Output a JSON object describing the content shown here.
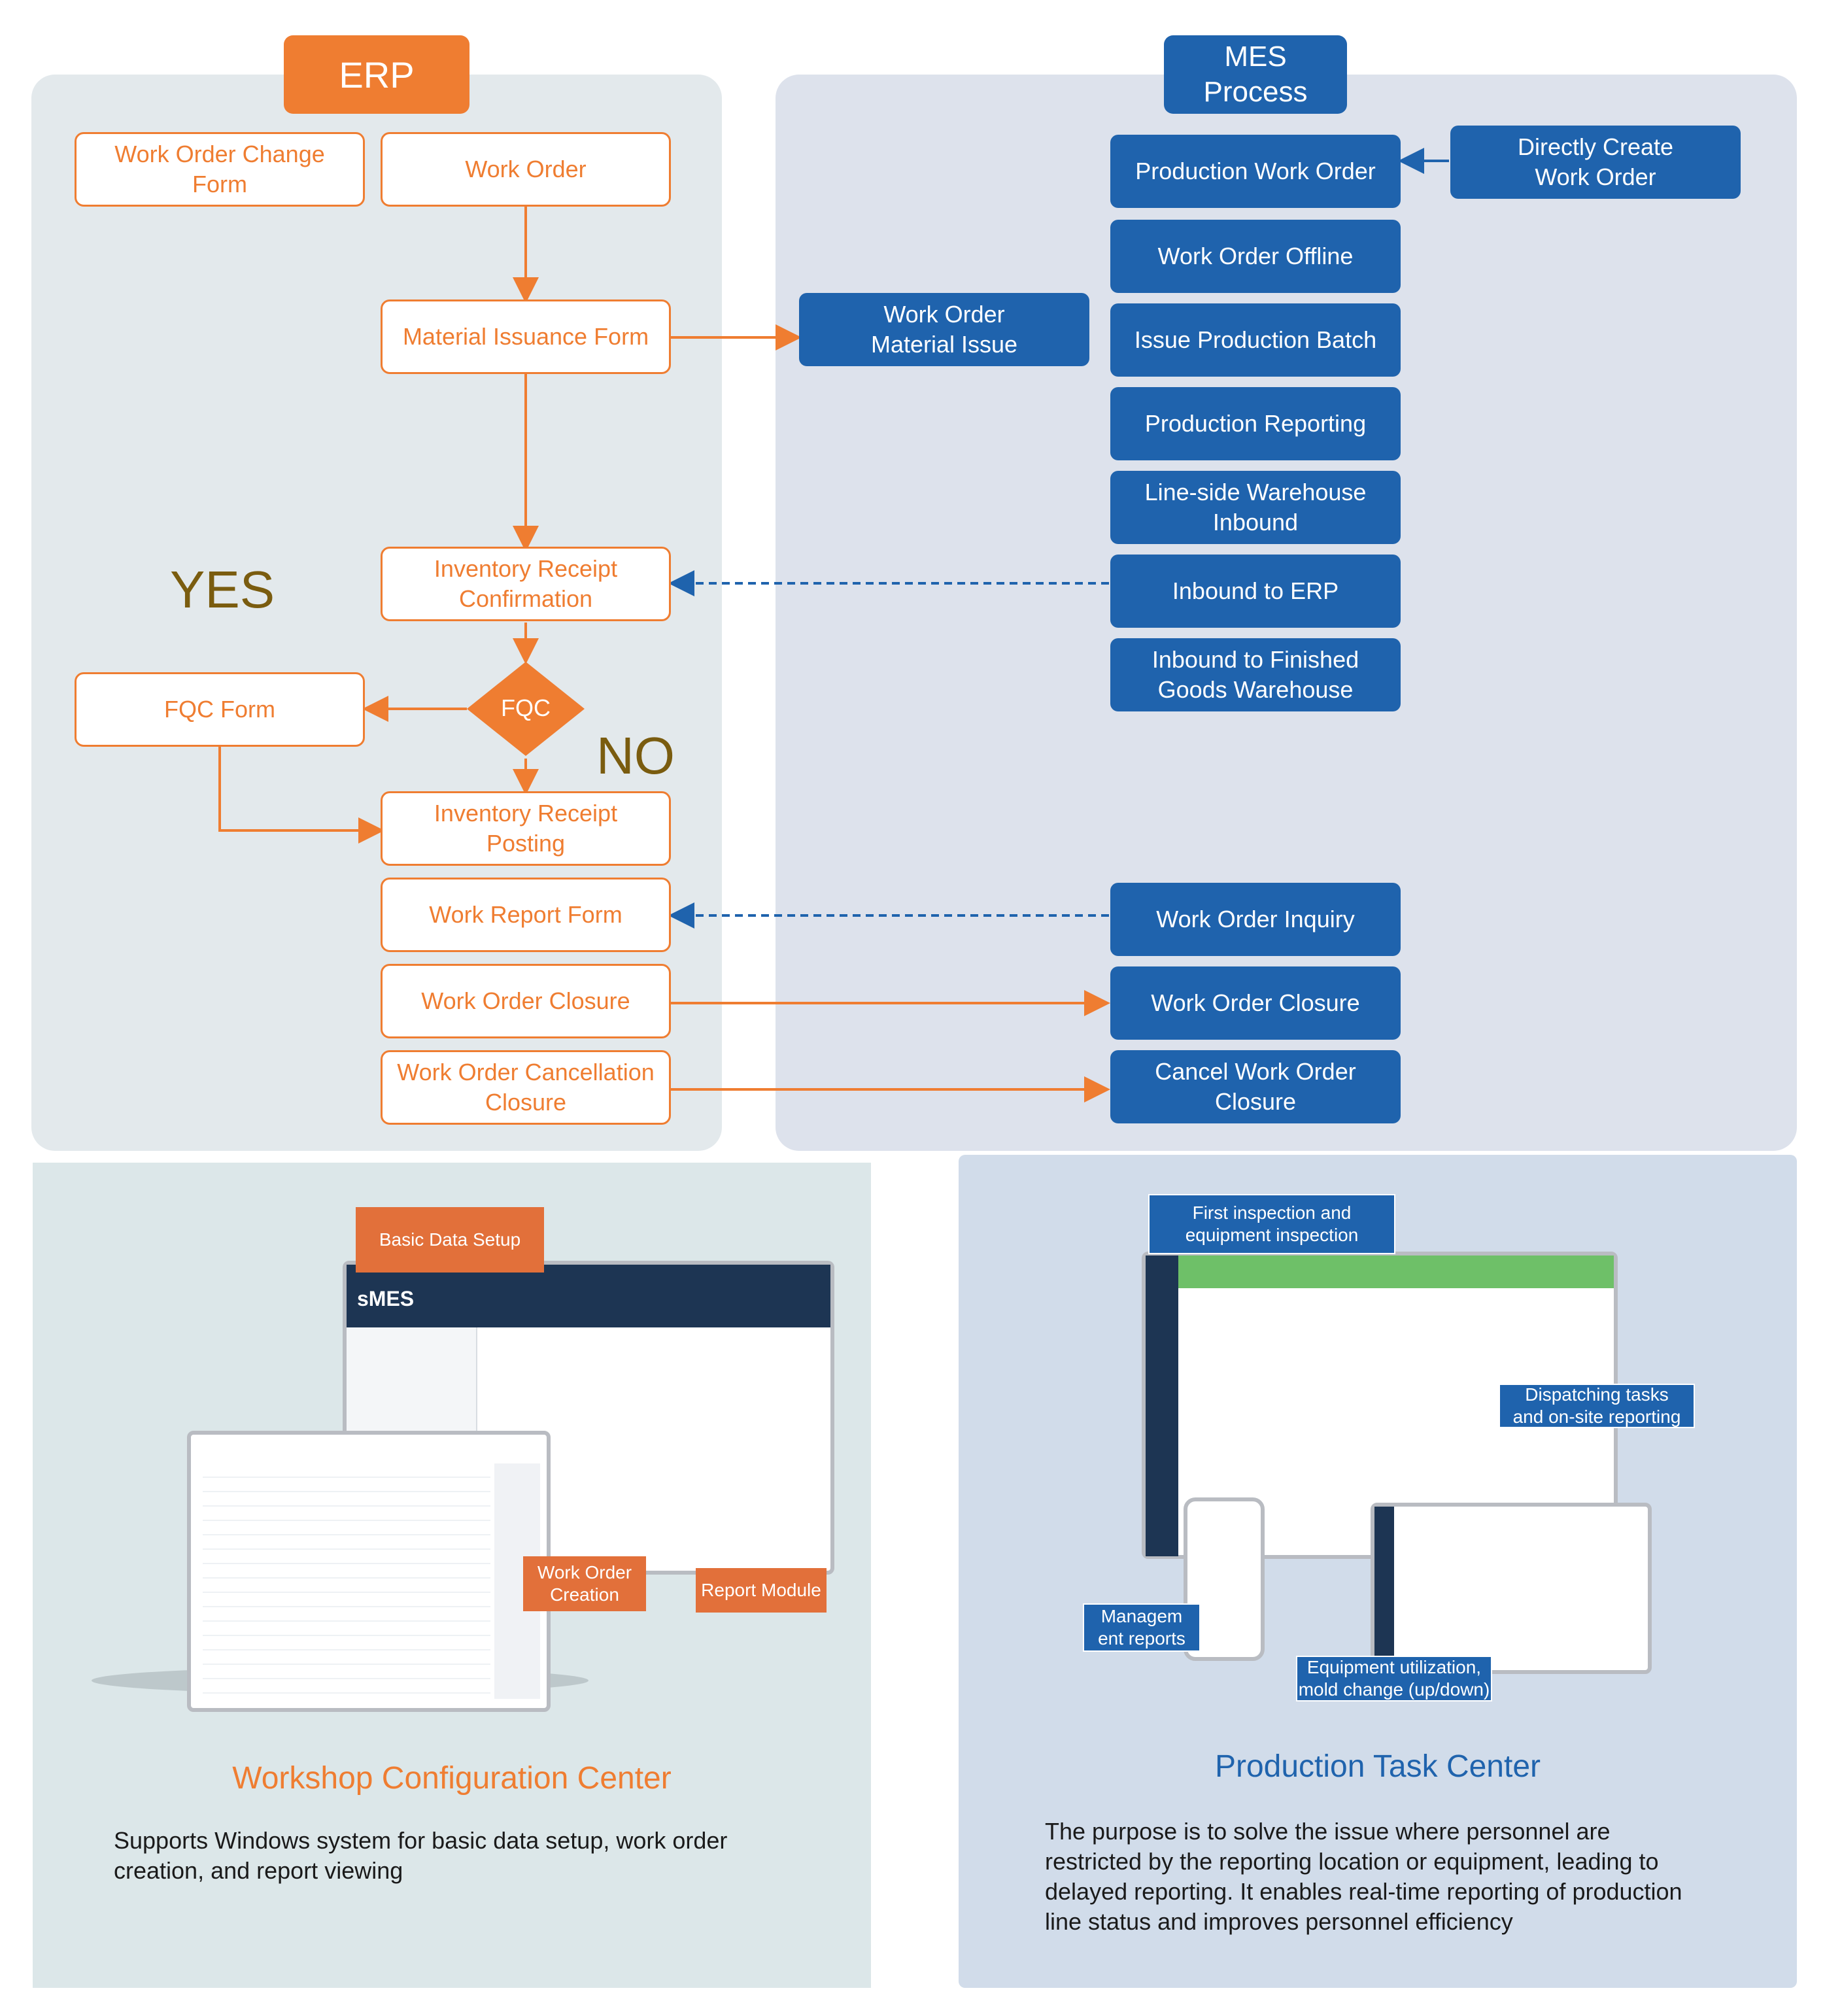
{
  "erp": {
    "header": "ERP",
    "work_order_change_form": "Work Order Change\nForm",
    "work_order": "Work Order",
    "material_issuance_form": "Material Issuance Form",
    "inventory_receipt_confirmation": "Inventory Receipt\nConfirmation",
    "fqc": "FQC",
    "fqc_form": "FQC Form",
    "inventory_receipt_posting": "Inventory Receipt\nPosting",
    "work_report_form": "Work Report Form",
    "work_order_closure": "Work Order Closure",
    "work_order_cancellation_closure": "Work Order Cancellation\nClosure",
    "yes_label": "YES",
    "no_label": "NO"
  },
  "mes": {
    "header": "MES\nProcess",
    "production_work_order": "Production Work Order",
    "directly_create_work_order": "Directly Create\nWork Order",
    "work_order_offline": "Work Order Offline",
    "work_order_material_issue": "Work Order\nMaterial Issue",
    "issue_production_batch": "Issue Production Batch",
    "production_reporting": "Production Reporting",
    "line_side_warehouse_inbound": "Line-side Warehouse\nInbound",
    "inbound_to_erp": "Inbound to ERP",
    "inbound_to_finished_goods_warehouse": "Inbound to Finished\nGoods Warehouse",
    "work_order_inquiry": "Work Order Inquiry",
    "work_order_closure": "Work Order Closure",
    "cancel_work_order_closure": "Cancel Work Order\nClosure"
  },
  "workshop": {
    "callout_basic_data_setup": "Basic Data Setup",
    "callout_work_order_creation": "Work Order\nCreation",
    "callout_report_module": "Report Module",
    "app_brand": "sMES",
    "title": "Workshop Configuration Center",
    "description": "Supports Windows system for basic data setup, work order\ncreation, and report viewing"
  },
  "task_center": {
    "callout_first_inspection": "First inspection and\nequipment inspection",
    "callout_dispatching": "Dispatching tasks\nand on-site reporting",
    "callout_management_reports": "Managem\nent reports",
    "callout_equipment_utilization": "Equipment utilization,\nmold change (up/down)",
    "title": "Production Task Center",
    "description": "The purpose is to solve the issue where personnel are\nrestricted by the reporting location or equipment, leading to\ndelayed reporting. It enables real-time reporting of production\nline status and improves personnel efficiency"
  },
  "colors": {
    "erp_orange": "#ef7d31",
    "mes_blue": "#1f63ad",
    "erp_panel": "#e3e9ec",
    "mes_panel": "#dde2ec",
    "label_olive": "#7a5c0f"
  }
}
